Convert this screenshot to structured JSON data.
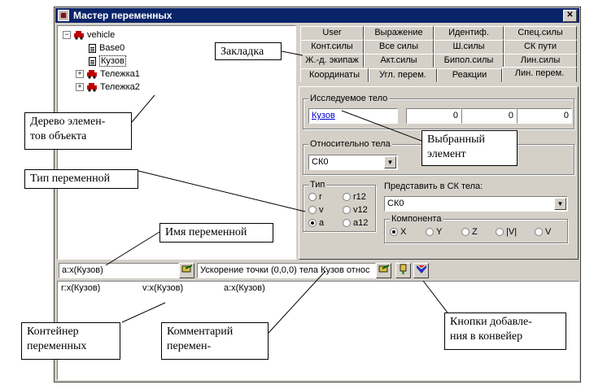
{
  "window": {
    "title": "Мастер переменных",
    "close_glyph": "✕"
  },
  "tree": {
    "nodes": [
      {
        "label": "vehicle",
        "toggle": "−"
      },
      {
        "label": "Base0"
      },
      {
        "label": "Кузов"
      },
      {
        "label": "Тележка1",
        "toggle": "+"
      },
      {
        "label": "Тележка2",
        "toggle": "+"
      }
    ]
  },
  "tabs": {
    "row1": [
      "User",
      "Выражение",
      "Идентиф.",
      "Спец.силы"
    ],
    "row2": [
      "Конт.силы",
      "Все силы",
      "Ш.силы",
      "СК пути"
    ],
    "row3": [
      "Ж.-д. экипаж",
      "Акт.силы",
      "Бипол.силы",
      "Лин.силы"
    ],
    "row4": [
      "Координаты",
      "Угл. перем.",
      "Реакции",
      "Лин. перем."
    ]
  },
  "panel": {
    "investigated_body_label": "Исследуемое тело",
    "investigated_body_value": "Кузов",
    "coords": [
      "0",
      "0",
      "0"
    ],
    "relative_body_label": "Относительно тела",
    "relative_body_value": "СК0",
    "type_label": "Тип",
    "type_options": [
      "r",
      "r12",
      "v",
      "v12",
      "a",
      "a12"
    ],
    "type_selected": "a",
    "represent_label": "Представить в СК тела:",
    "represent_value": "СК0",
    "component_label": "Компонента",
    "component_options": [
      "X",
      "Y",
      "Z",
      "|V|",
      "V"
    ],
    "component_selected": "X"
  },
  "bottombar": {
    "var_name": "a:x(Кузов)",
    "comment": "Ускорение точки (0,0,0) тела Кузов относ"
  },
  "container": {
    "vars": [
      "r:x(Кузов)",
      "v:x(Кузов)",
      "a:x(Кузов)"
    ]
  },
  "callouts": {
    "tab": "Закладка",
    "tree": "Дерево элемен-\nтов объекта",
    "selected": "Выбранный\nэлемент",
    "type": "Тип переменной",
    "name": "Имя переменной",
    "container": "Контейнер\nпеременных",
    "comment": "Комментарий\nперемен-",
    "buttons": "Кнопки добавле-\nния в конвейер"
  }
}
